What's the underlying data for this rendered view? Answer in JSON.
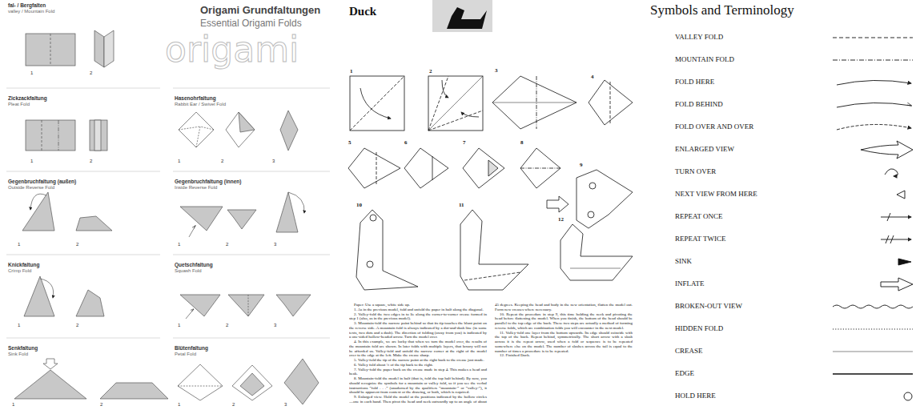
{
  "diagram": {
    "labels": [
      "fal- / Bergfalten",
      "valley / Mountain Fold",
      "1",
      "2",
      "Origami Grundfaltungen",
      "Essential Origami Folds",
      "origami",
      "Zickzackfaltung",
      "Pleat Fold",
      "1",
      "2",
      "Hasenohrfaltung",
      "Rabbit Ear / Swivel Fold",
      "1",
      "2",
      "3",
      "Gegenbruchfaltung (außen)",
      "Outside Reverse Fold",
      "1",
      "2",
      "Gegenbruchfaltung (innen)",
      "Inside Reverse Fold",
      "1",
      "2",
      "3",
      "Knickfaltung",
      "Crimp Fold",
      "1",
      "2",
      "Quetschfaltung",
      "Squash Fold",
      "1",
      "2",
      "3",
      "Senkfaltung",
      "Sink Fold",
      "1",
      "2",
      "Blütenfaltung",
      "Petal Fold",
      "1",
      "2",
      "3",
      "Duck",
      "1",
      "2",
      "3",
      "4",
      "5",
      "6",
      "7",
      "8",
      "9",
      "10",
      "11",
      "12",
      "Paper: Use a square, white side up.",
      "1. As in the previous model, fold and unfold the paper in half along the diagonal.",
      "2. Valley-fold the two edges in to lie along the corner-to-corner crease formed in step 1 (also, as in the previous model).",
      "3. Mountain-fold the narrow point behind so that its tip touches the blunt point on the reverse side. A mountain fold is always indicated by a dot-and-dash line (in some texts, two dots and a dash). The direction of folding (away from you) is indicated by a one-sided hollow-headed arrow. Turn the model over.",
      "4. In this example, we are lucky that when we turn the model over, the results of the mountain fold are shown. In later folds with multiple layers, that luxury will not be afforded us. Valley-fold and unfold the narrow corner at the right of the model over to the edge at the left. Make the crease sharp.",
      "5. Valley-fold the tip of the narrow point at the right back to the crease just made.",
      "6. Valley fold about ¾ of the tip back to the right.",
      "7. Valley-fold the paper back on the crease made in step 4. This makes a head and beak.",
      "8. Mountain-fold the model in half (that is, fold the top half behind). By now, you should recognize the symbols for a mountain or valley fold, so if you see the verbal instructions “fold . . .” (unadorned by the qualifiers “mountain-” or “valley-”), it should be apparent from context or the drawing, or both, which is required.",
      "9. Enlarged view. Hold the model at the positions indicated by the hollow circles—one in each hand. Then pivot the head and neck outwardly up to an angle of about 45 degrees. Keeping the head and body in the new orientation, flatten the model out. Form new creases where necessary.",
      "10. Repeat the procedure in step 9, this time holding the neck and pivoting the head before flattening the model. When you finish, the bottom of the head should be parallel to the top edge of the back. These two steps are actually a method of forming reverse folds, which are combination folds you will encounter in the next model.",
      "11. Valley-fold one layer from the bottom upwards. Its edge should coincide with the top of the back. Repeat behind, symmetrically. The short arrow with a slash across it is the repeat arrow, used when a fold or sequence is to be repeated somewhere else on the model. The number of slashes across the tail is equal to the number of times a procedure is to be repeated.",
      "12. Finished Duck.",
      "Symbols and Terminology"
    ],
    "legend": [
      {
        "text": "VALLEY FOLD"
      },
      {
        "text": "MOUNTAIN FOLD"
      },
      {
        "text": "FOLD HERE"
      },
      {
        "text": "FOLD BEHIND"
      },
      {
        "text": "FOLD OVER AND OVER"
      },
      {
        "text": "ENLARGED VIEW"
      },
      {
        "text": "TURN OVER"
      },
      {
        "text": "NEXT VIEW FROM HERE"
      },
      {
        "text": "REPEAT ONCE"
      },
      {
        "text": "REPEAT TWICE"
      },
      {
        "text": "SINK"
      },
      {
        "text": "INFLATE"
      },
      {
        "text": "BROKEN-OUT VIEW"
      },
      {
        "text": "HIDDEN FOLD"
      },
      {
        "text": "CREASE"
      },
      {
        "text": "EDGE"
      },
      {
        "text": "HOLD HERE"
      }
    ]
  }
}
